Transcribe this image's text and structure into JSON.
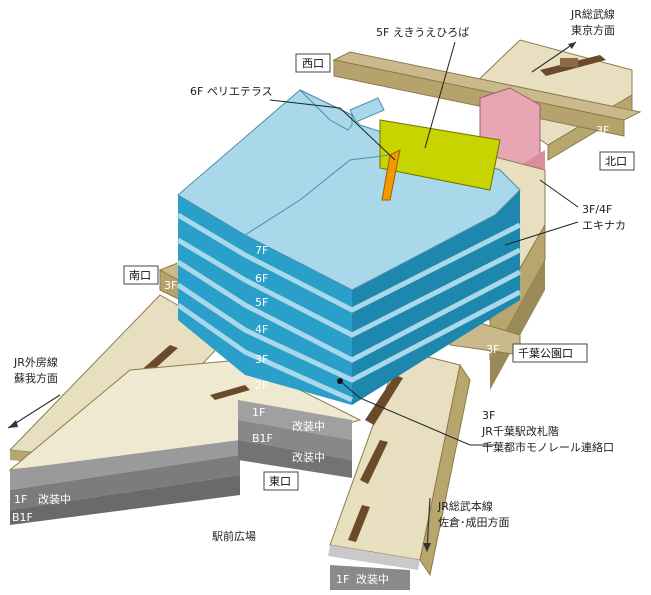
{
  "labels": {
    "jr_sobu_line": "JR総武線",
    "tokyo_direction": "東京方面",
    "plaza_5f": "5F えきうえひろば",
    "west_exit": "西口",
    "terrace_6f": "6F ペリエテラス",
    "north_exit": "北口",
    "ekinaka_floor": "3F/4F",
    "ekinaka": "エキナカ",
    "south_exit": "南口",
    "chiba_park_exit": "千葉公園口",
    "gates_floor": "3F",
    "gates": "JR千葉駅改札階",
    "monorail": "千葉都市モノレール連絡口",
    "jr_sotobo_line": "JR外房線",
    "soga_direction": "蘇我方面",
    "east_exit": "東口",
    "jr_sobu_main_line": "JR総武本線",
    "sakura_narita_direction": "佐倉･成田方面",
    "station_plaza": "駅前広場"
  },
  "floors": [
    "7F",
    "6F",
    "5F",
    "4F",
    "3F",
    "2F"
  ],
  "floor_tags": {
    "f3": "3F",
    "renovating": "改装中",
    "f1": "1F",
    "b1f": "B1F"
  },
  "colors": {
    "building_top": "#a8d8ea",
    "building_side": "#2a9fc9",
    "plaza": "#c8d400",
    "terrace": "#f39800",
    "ekinaka": "#e8a6b5",
    "deck": "#e8dfc0",
    "deck_side": "#b8a66f",
    "track": "#6b4a2a",
    "basement": "#7c7c7c",
    "tag_bg": "#cbb98a"
  }
}
